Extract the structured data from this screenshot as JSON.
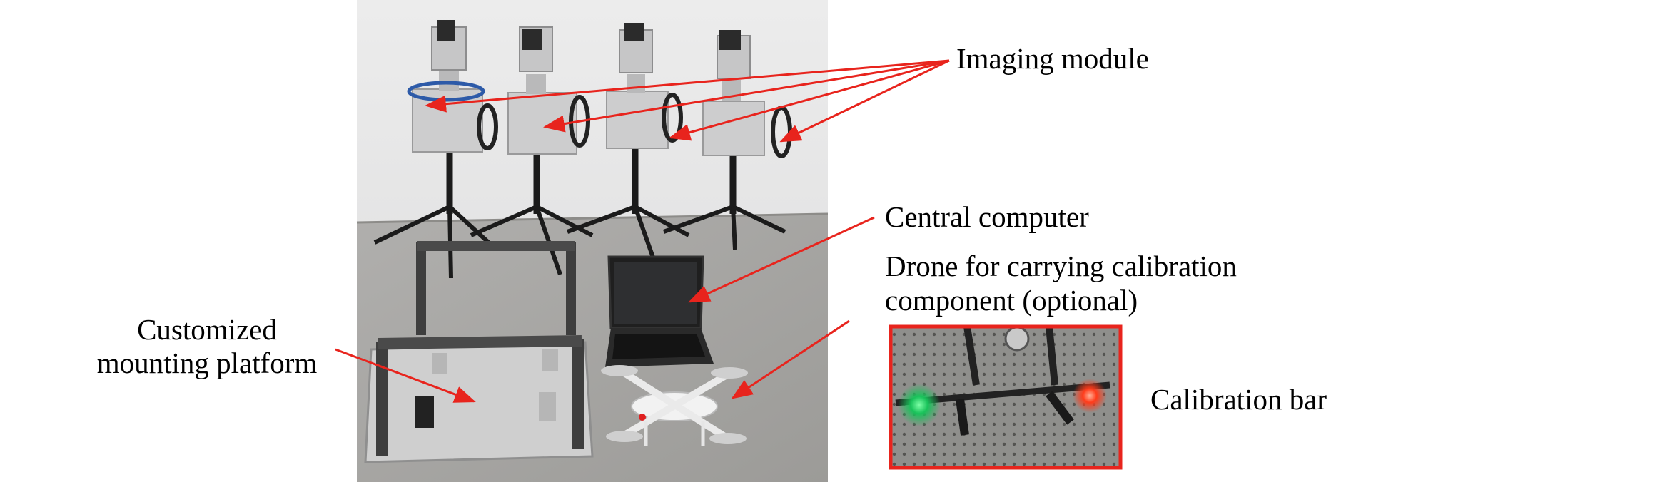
{
  "labels": {
    "imaging_module": "Imaging module",
    "central_computer": "Central computer",
    "drone_line1": "Drone for carrying calibration",
    "drone_line2": "component (optional)",
    "platform_line1": "Customized",
    "platform_line2": "mounting platform",
    "calibration_bar": "Calibration bar"
  },
  "colors": {
    "arrow": "#e8241d",
    "inset_border": "#e8241d",
    "wall": "#e6e6e7",
    "floor": "#a9a8a6",
    "box": "#cfcfd0"
  }
}
